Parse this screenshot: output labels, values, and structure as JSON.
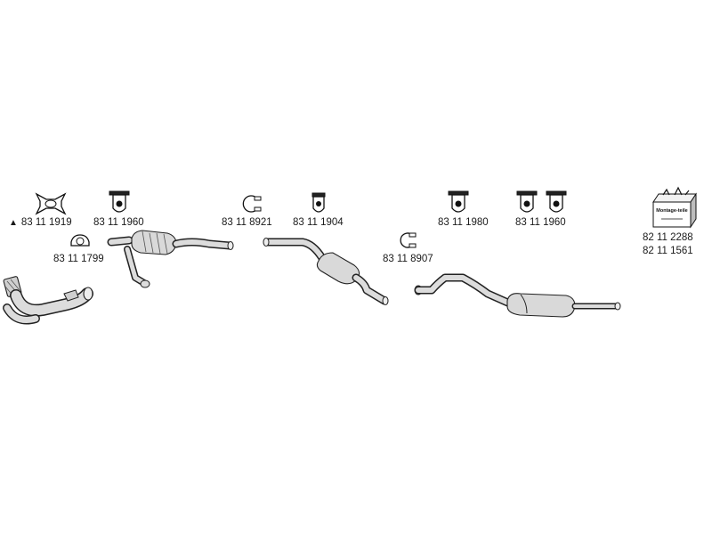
{
  "parts": {
    "gasket_x": "83 11 1919",
    "ring": "83 11 1799",
    "hanger_1": "83 11 1960",
    "clamp_1": "83 11 8921",
    "hanger_2": "83 11 1904",
    "clamp_2": "83 11 8907",
    "hanger_3": "83 11 1980",
    "hanger_pair": "83 11 1960",
    "kit_1": "82 11 2288",
    "kit_2": "82 11 1561"
  },
  "kit_box_text": "Montage-teile",
  "marker_symbol": "▲"
}
